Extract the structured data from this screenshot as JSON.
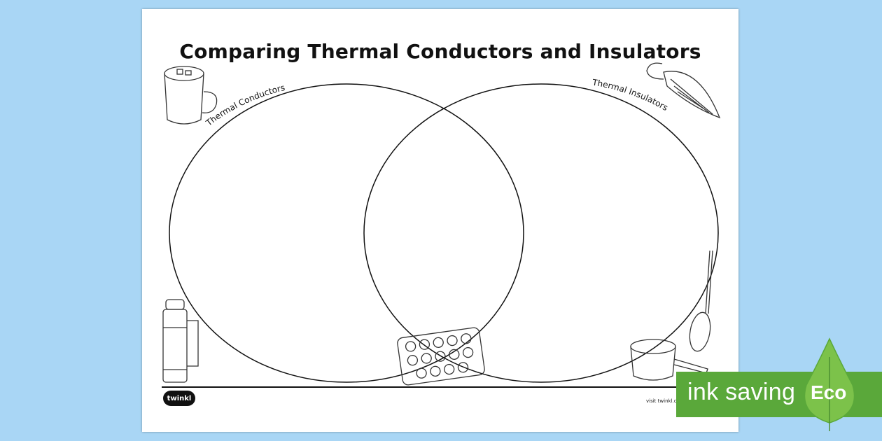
{
  "worksheet": {
    "title": "Comparing Thermal Conductors and Insulators",
    "left_circle_label": "Thermal Conductors",
    "right_circle_label": "Thermal Insulators",
    "logo_text": "twinkl",
    "footer_text": "visit twinkl.c"
  },
  "icons": [
    "mug-icon",
    "iron-icon",
    "flask-icon",
    "muffin-tray-icon",
    "saucepan-icon",
    "wooden-spoon-icon"
  ],
  "eco_banner": {
    "text": "ink saving",
    "badge": "Eco",
    "color": "#5aa83a"
  }
}
